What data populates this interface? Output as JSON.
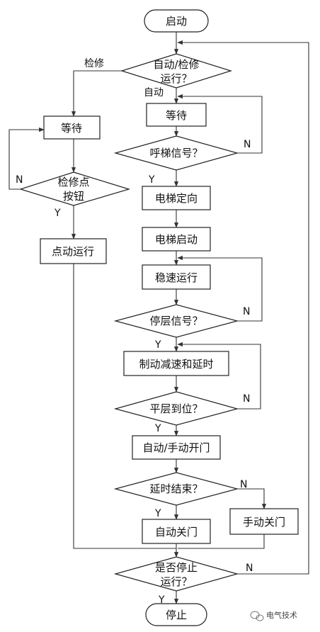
{
  "nodes": {
    "start": "启动",
    "decision_mode": [
      "自动/检修",
      "运行？"
    ],
    "wait_main": "等待",
    "decision_call": "呼梯信号？",
    "direction": "电梯定向",
    "elevator_start": "电梯启动",
    "steady_run": "稳速运行",
    "decision_stop_signal": "停层信号？",
    "brake_delay": "制动减速和延时",
    "decision_level": "平层到位？",
    "open_door": "自动/手动开门",
    "decision_delay_end": "延时结束？",
    "auto_close": "自动关门",
    "manual_close": "手动关门",
    "decision_halt": [
      "是否停止",
      "运行？"
    ],
    "end": "停止",
    "wait_maint": "等待",
    "decision_inspect_button": [
      "检修点",
      "按钮"
    ],
    "jog_run": "点动运行"
  },
  "labels": {
    "maint": "检修",
    "auto": "自动",
    "n_call": "N",
    "y_call": "Y",
    "n_stop_signal": "N",
    "y_stop_signal": "Y",
    "n_level": "N",
    "y_level": "Y",
    "n_delay": "N",
    "y_delay": "Y",
    "n_halt": "N",
    "y_halt": "Y",
    "n_inspect": "N",
    "y_inspect": "Y"
  },
  "watermark": "电气技术",
  "watermark_icon": "wechat-icon"
}
